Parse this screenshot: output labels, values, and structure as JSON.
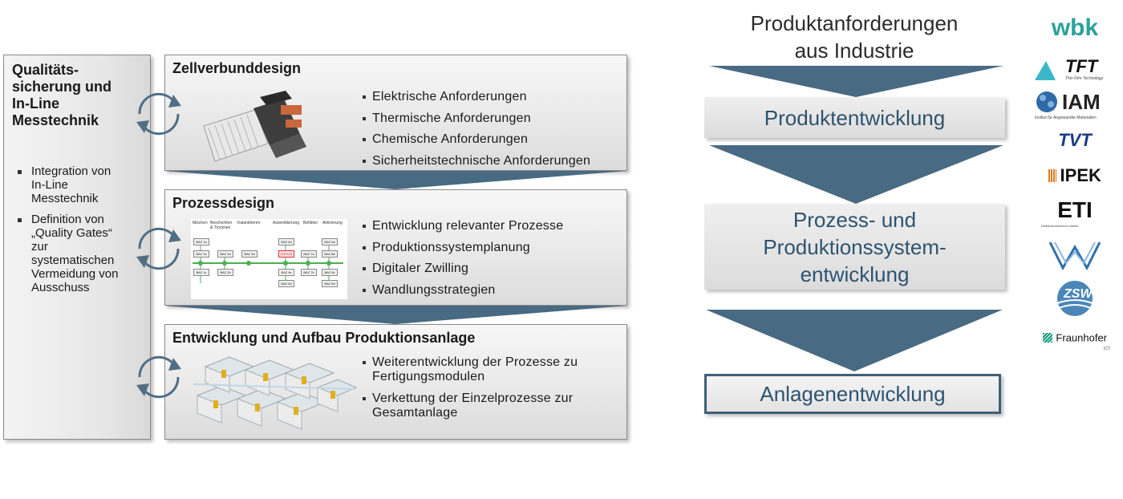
{
  "left_panel": {
    "title": "Qualitäts-\nsicherung und\nIn-Line\nMesstechnik",
    "bullets": [
      "Integration von\nIn-Line\nMesstechnik",
      "Definition von\n„Quality Gates“\nzur\nsystematischen\nVermeidung von\nAusschuss"
    ]
  },
  "stages": [
    {
      "title": "Zellverbunddesign",
      "bullets": [
        "Elektrische Anforderungen",
        "Thermische Anforderungen",
        "Chemische Anforderungen",
        "Sicherheitstechnische Anforderungen"
      ]
    },
    {
      "title": "Prozessdesign",
      "bullets": [
        "Entwicklung relevanter Prozesse",
        "Produktionssystemplanung",
        "Digitaler Zwilling",
        "Wandlungsstrategien"
      ],
      "flow": {
        "phases": [
          "Mischen",
          "Beschichten\n& Trocknen",
          "Kalandrieren",
          "Assemblierung",
          "Befüllen",
          "Aktivierung"
        ],
        "nodes": [
          "BAZ 1a",
          "BAZ 1b",
          "BAZ 1c",
          "BAZ 2a",
          "BAZ 2b",
          "BAZ 3a",
          "BAZ 6a",
          "ERROR",
          "BAZ 6c",
          "BAZ 6d",
          "BAZ 7a",
          "BAZ 7b",
          "BAZ 8a",
          "BAZ 8b",
          "BAZ 8c",
          "BAZ 8d"
        ]
      }
    },
    {
      "title": "Entwicklung und Aufbau Produktionsanlage",
      "bullets": [
        "Weiterentwicklung der Prozesse zu\nFertigungsmodulen",
        "Verkettung der Einzelprozesse zur\nGesamtanlage"
      ]
    }
  ],
  "right": {
    "title": "Produktanforderungen\naus Industrie",
    "boxes": [
      "Produktentwicklung",
      "Prozess- und\nProduktionssystem-\nentwicklung",
      "Anlagenentwicklung"
    ]
  },
  "logos": {
    "wbk": "wbk",
    "tft": "TFT",
    "tft_sub": "Thin Film Technology",
    "iam": "IAM",
    "iam_sub": "Institut für Angewandte Materialien",
    "tvt": "TVT",
    "ipek": "IPEK",
    "eti": "ETI",
    "eti_sub": "Elektrotechnisches Institut",
    "vm": "VM",
    "zsw": "ZSW",
    "fraunhofer": "Fraunhofer",
    "fraunhofer_sub": "ICT"
  },
  "colors": {
    "arrow": "#486a82",
    "box_text": "#2d5470",
    "cycle": "#506f85",
    "node_green": "#4caf50"
  }
}
